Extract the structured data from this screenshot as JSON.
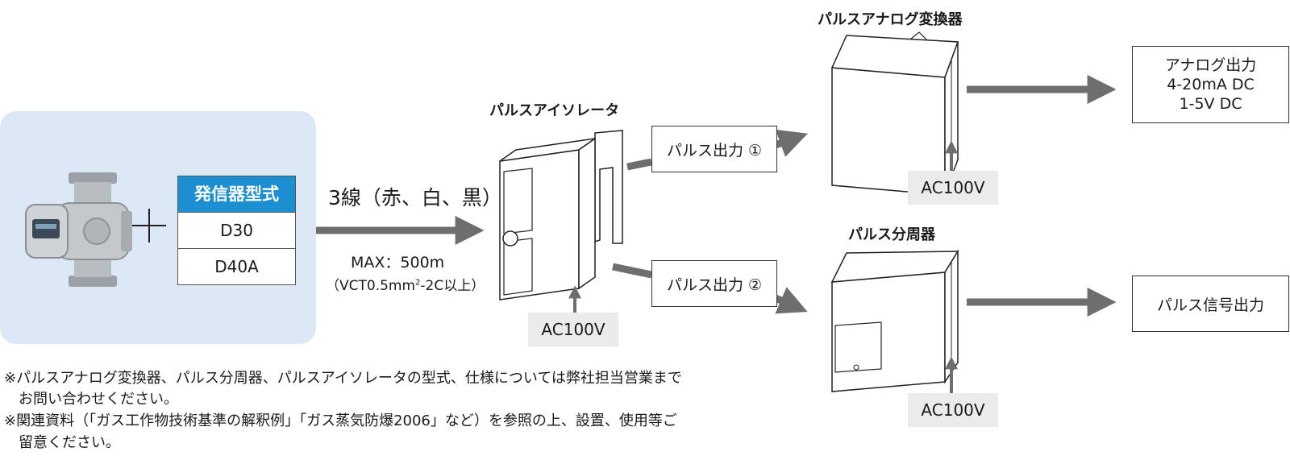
{
  "generator": {
    "model_header": "発信器型式",
    "models": [
      "D30",
      "D40A"
    ]
  },
  "cable": {
    "title": "3線（赤、白、黒）",
    "max": "MAX：500m",
    "spec_pre": "（VCT0.5mm",
    "spec_sup": "2",
    "spec_post": "-2C以上）"
  },
  "isolator": {
    "title": "パルスアイソレータ",
    "power": "AC100V"
  },
  "pulse_outputs": [
    "パルス出力 ①",
    "パルス出力 ②"
  ],
  "analog_converter": {
    "title": "パルスアナログ変換器",
    "power": "AC100V",
    "output_lines": [
      "アナログ出力",
      "4-20mA DC",
      "1-5V DC"
    ]
  },
  "divider": {
    "title": "パルス分周器",
    "power": "AC100V",
    "output": "パルス信号出力"
  },
  "notes": [
    "※パルスアナログ変換器、パルス分周器、パルスアイソレータの型式、仕様については弊社担当営業まで",
    "　お問い合わせください。",
    "※関連資料（「ガス工作物技術基準の解釈例」「ガス蒸気防爆2006」など）を参照の上、設置、使用等ご",
    "　留意ください。"
  ],
  "colors": {
    "panel": "#dde8f6",
    "header": "#1b8fd2",
    "arrow": "#6e6e6e",
    "tag": "#ebebeb"
  }
}
